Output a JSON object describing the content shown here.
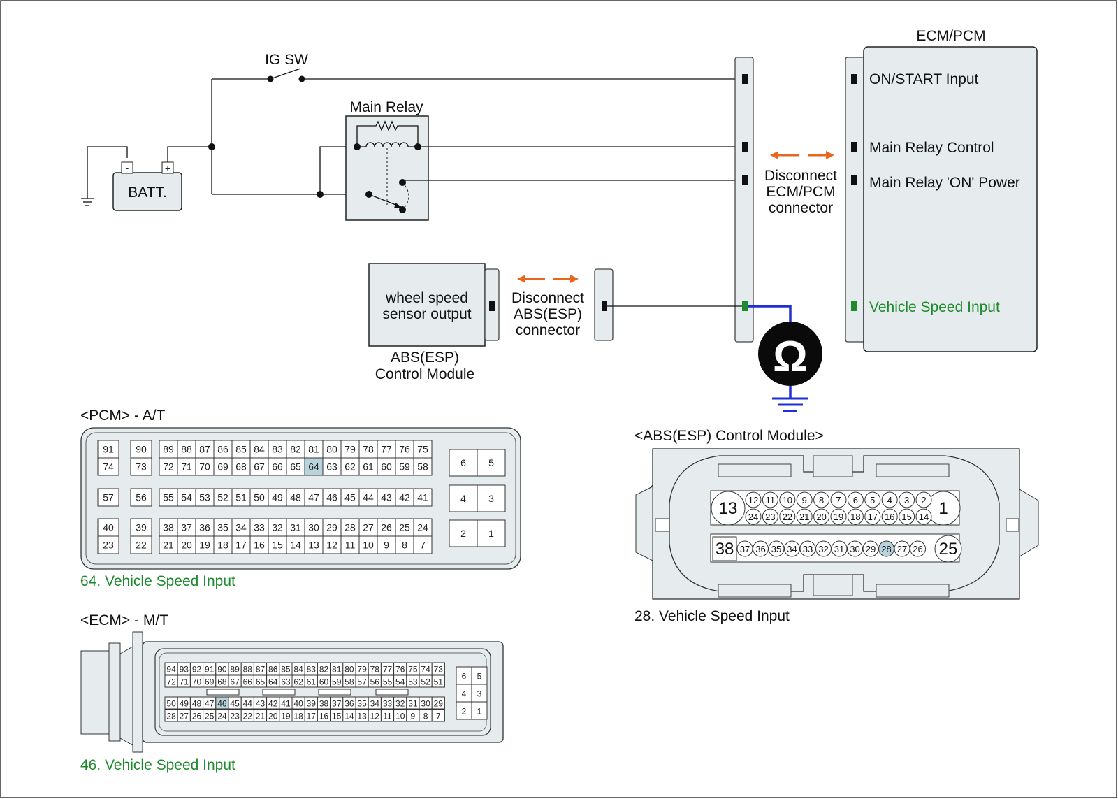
{
  "schematic": {
    "ig_sw": "IG SW",
    "batt": "BATT.",
    "batt_minus": "-",
    "batt_plus": "+",
    "main_relay": "Main Relay",
    "ecm_title": "ECM/PCM",
    "ecm_pins": {
      "on_start": "ON/START Input",
      "relay_control": "Main Relay Control",
      "relay_on_power": "Main Relay 'ON' Power",
      "vehicle_speed": "Vehicle Speed Input"
    },
    "disconnect_ecm": [
      "Disconnect",
      "ECM/PCM",
      "connector"
    ],
    "disconnect_abs": [
      "Disconnect",
      "ABS(ESP)",
      "connector"
    ],
    "wheel_speed": [
      "wheel speed",
      "sensor output"
    ],
    "abs_module": [
      "ABS(ESP)",
      "Control Module"
    ],
    "ohm_symbol": "Ω",
    "colors": {
      "arrow": "#e8671c",
      "meter_lead": "#1f2fd1",
      "speed_pin": "#1e8a2e",
      "highlight": "#b9d3dc"
    }
  },
  "pcm_at": {
    "title": "<PCM> - A/T",
    "highlight": "64",
    "caption": "64. Vehicle Speed Input",
    "rows": [
      {
        "a": [
          "91"
        ],
        "b": [
          "90"
        ],
        "c": [
          "89",
          "88",
          "87",
          "86",
          "85",
          "84",
          "83",
          "82",
          "81",
          "80",
          "79",
          "78",
          "77",
          "76",
          "75"
        ]
      },
      {
        "a": [
          "74"
        ],
        "b": [
          "73"
        ],
        "c": [
          "72",
          "71",
          "70",
          "69",
          "68",
          "67",
          "66",
          "65",
          "64",
          "63",
          "62",
          "61",
          "60",
          "59",
          "58"
        ]
      },
      {
        "a": [
          "57"
        ],
        "b": [
          "56"
        ],
        "c": [
          "55",
          "54",
          "53",
          "52",
          "51",
          "50",
          "49",
          "48",
          "47",
          "46",
          "45",
          "44",
          "43",
          "42",
          "41"
        ]
      },
      {
        "a": [
          "40"
        ],
        "b": [
          "39"
        ],
        "c": [
          "38",
          "37",
          "36",
          "35",
          "34",
          "33",
          "32",
          "31",
          "30",
          "29",
          "28",
          "27",
          "26",
          "25",
          "24"
        ]
      },
      {
        "a": [
          "23"
        ],
        "b": [
          "22"
        ],
        "c": [
          "21",
          "20",
          "19",
          "18",
          "17",
          "16",
          "15",
          "14",
          "13",
          "12",
          "11",
          "10",
          "9",
          "8",
          "7"
        ]
      }
    ],
    "side": [
      [
        "6",
        "5"
      ],
      [
        "4",
        "3"
      ],
      [
        "2",
        "1"
      ]
    ]
  },
  "ecm_mt": {
    "title": "<ECM> - M/T",
    "highlight": "46",
    "caption": "46. Vehicle Speed Input",
    "rows": [
      [
        "94",
        "93",
        "92",
        "91",
        "90",
        "89",
        "88",
        "87",
        "86",
        "85",
        "84",
        "83",
        "82",
        "81",
        "80",
        "79",
        "78",
        "77",
        "76",
        "75",
        "74",
        "73"
      ],
      [
        "72",
        "71",
        "70",
        "69",
        "68",
        "67",
        "66",
        "65",
        "64",
        "63",
        "62",
        "61",
        "60",
        "59",
        "58",
        "57",
        "56",
        "55",
        "54",
        "53",
        "52",
        "51"
      ],
      [
        "50",
        "49",
        "48",
        "47",
        "46",
        "45",
        "44",
        "43",
        "42",
        "41",
        "40",
        "39",
        "38",
        "37",
        "36",
        "35",
        "34",
        "33",
        "32",
        "31",
        "30",
        "29"
      ],
      [
        "28",
        "27",
        "26",
        "25",
        "24",
        "23",
        "22",
        "21",
        "20",
        "19",
        "18",
        "17",
        "16",
        "15",
        "14",
        "13",
        "12",
        "11",
        "10",
        "9",
        "8",
        "7"
      ]
    ],
    "side": [
      [
        "6",
        "5"
      ],
      [
        "4",
        "3"
      ],
      [
        "2",
        "1"
      ]
    ]
  },
  "abs_conn": {
    "title": "<ABS(ESP) Control Module>",
    "highlight": "28",
    "caption": "28. Vehicle Speed Input",
    "big_pins": [
      "13",
      "1",
      "38",
      "25"
    ],
    "row1": [
      "12",
      "11",
      "10",
      "9",
      "8",
      "7",
      "6",
      "5",
      "4",
      "3",
      "2"
    ],
    "row2": [
      "24",
      "23",
      "22",
      "21",
      "20",
      "19",
      "18",
      "17",
      "16",
      "15",
      "14"
    ],
    "row3": [
      "37",
      "36",
      "35",
      "34",
      "33",
      "32",
      "31",
      "30",
      "29",
      "28",
      "27",
      "26"
    ]
  }
}
